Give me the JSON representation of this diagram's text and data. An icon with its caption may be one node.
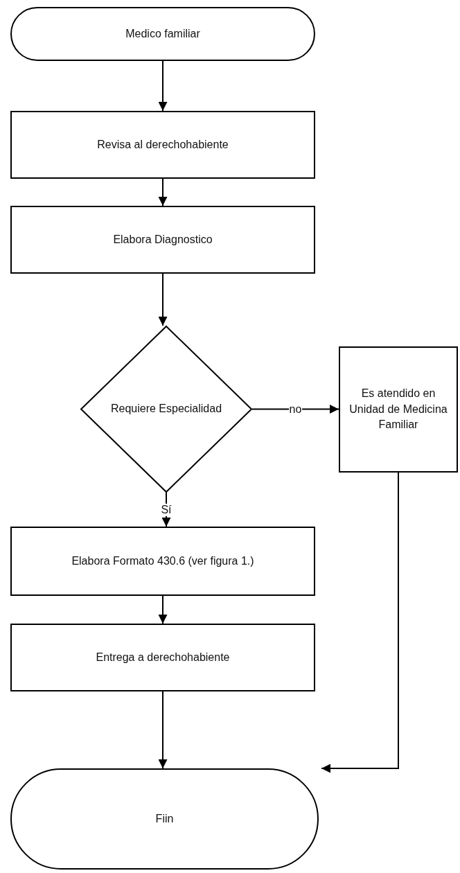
{
  "diagram": {
    "nodes": [
      {
        "text": [
          "Medico familiar"
        ]
      },
      {
        "text": [
          "Revisa al derechohabiente"
        ]
      },
      {
        "text": [
          "Elabora Diagnostico"
        ]
      },
      {
        "text": [
          "Requiere Especialidad"
        ]
      },
      {
        "text": [
          "Es atendido en Unidad de Medicina Familiar"
        ]
      },
      {
        "text": [
          "Elabora Formato 430.6 (ver figura 1.)"
        ]
      },
      {
        "text": [
          "Entrega a derechohabiente"
        ]
      },
      {
        "text": [
          "Fiin"
        ]
      }
    ],
    "edges": [
      {
        "from": 0,
        "to": 1,
        "arrow": "to"
      },
      {
        "from": 1,
        "to": 2,
        "arrow": "to"
      },
      {
        "from": 2,
        "to": 3,
        "arrow": "to"
      },
      {
        "from": 3,
        "to": 4,
        "arrow": "to",
        "label": "no"
      },
      {
        "from": 3,
        "to": 5,
        "arrow": "to",
        "label": "Sí"
      },
      {
        "from": 5,
        "to": 6,
        "arrow": "to"
      },
      {
        "from": 6,
        "to": 7,
        "arrow": "to"
      },
      {
        "from": 4,
        "to": 7,
        "arrow": "to"
      }
    ]
  }
}
